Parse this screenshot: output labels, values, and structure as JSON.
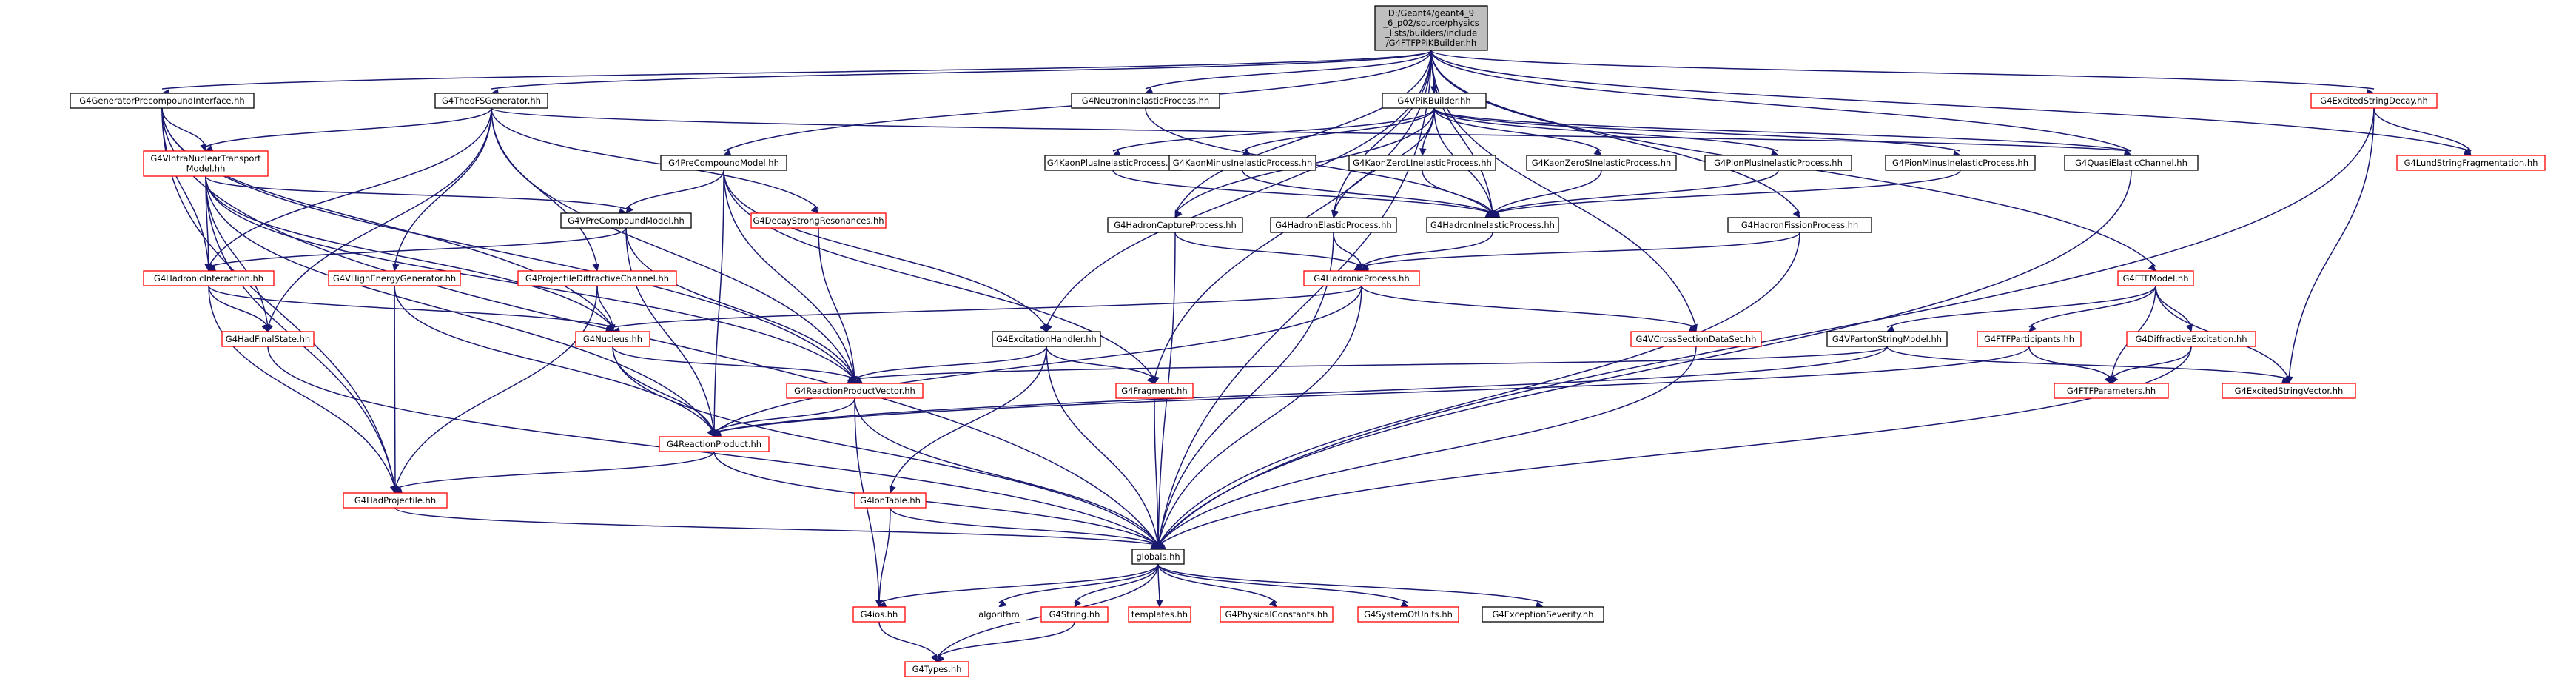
{
  "colors": {
    "edge": "#191970",
    "node_fill": "#ffffff",
    "node_border_documented": "#000000",
    "node_border_undocumented": "#ff0000",
    "root_fill": "#bfbfbf",
    "root_border": "#000000"
  },
  "nodes": [
    {
      "id": "root",
      "lines": [
        "D:/Geant4/geant4_9",
        "_6_p02/source/physics",
        "_lists/builders/include",
        "/G4FTFPPiKBuilder.hh"
      ],
      "kind": "root"
    },
    {
      "id": "gppi",
      "lines": [
        "G4GeneratorPrecompoundInterface.hh"
      ],
      "kind": "doc"
    },
    {
      "id": "theo",
      "lines": [
        "G4TheoFSGenerator.hh"
      ],
      "kind": "doc"
    },
    {
      "id": "neut",
      "lines": [
        "G4NeutronInelasticProcess.hh"
      ],
      "kind": "doc"
    },
    {
      "id": "vpik",
      "lines": [
        "G4VPiKBuilder.hh"
      ],
      "kind": "doc"
    },
    {
      "id": "esd",
      "lines": [
        "G4ExcitedStringDecay.hh"
      ],
      "kind": "undoc"
    },
    {
      "id": "vint",
      "lines": [
        "G4VIntraNuclearTransport",
        "Model.hh"
      ],
      "kind": "undoc"
    },
    {
      "id": "pcm",
      "lines": [
        "G4PreCompoundModel.hh"
      ],
      "kind": "doc"
    },
    {
      "id": "kpi",
      "lines": [
        "G4KaonPlusInelasticProcess.hh"
      ],
      "kind": "doc"
    },
    {
      "id": "kmi",
      "lines": [
        "G4KaonMinusInelasticProcess.hh"
      ],
      "kind": "doc"
    },
    {
      "id": "kzl",
      "lines": [
        "G4KaonZeroLInelasticProcess.hh"
      ],
      "kind": "doc"
    },
    {
      "id": "kzs",
      "lines": [
        "G4KaonZeroSInelasticProcess.hh"
      ],
      "kind": "doc"
    },
    {
      "id": "ppi",
      "lines": [
        "G4PionPlusInelasticProcess.hh"
      ],
      "kind": "doc"
    },
    {
      "id": "pmi",
      "lines": [
        "G4PionMinusInelasticProcess.hh"
      ],
      "kind": "doc"
    },
    {
      "id": "qec",
      "lines": [
        "G4QuasiElasticChannel.hh"
      ],
      "kind": "doc"
    },
    {
      "id": "lsf",
      "lines": [
        "G4LundStringFragmentation.hh"
      ],
      "kind": "undoc"
    },
    {
      "id": "vpcm",
      "lines": [
        "G4VPreCompoundModel.hh"
      ],
      "kind": "doc"
    },
    {
      "id": "dsr",
      "lines": [
        "G4DecayStrongResonances.hh"
      ],
      "kind": "undoc"
    },
    {
      "id": "hcp",
      "lines": [
        "G4HadronCaptureProcess.hh"
      ],
      "kind": "doc"
    },
    {
      "id": "hep",
      "lines": [
        "G4HadronElasticProcess.hh"
      ],
      "kind": "doc"
    },
    {
      "id": "hip",
      "lines": [
        "G4HadronInelasticProcess.hh"
      ],
      "kind": "doc"
    },
    {
      "id": "hfp",
      "lines": [
        "G4HadronFissionProcess.hh"
      ],
      "kind": "doc"
    },
    {
      "id": "hint",
      "lines": [
        "G4HadronicInteraction.hh"
      ],
      "kind": "undoc"
    },
    {
      "id": "vheg",
      "lines": [
        "G4VHighEnergyGenerator.hh"
      ],
      "kind": "undoc"
    },
    {
      "id": "pdc",
      "lines": [
        "G4ProjectileDiffractiveChannel.hh"
      ],
      "kind": "undoc"
    },
    {
      "id": "hproc",
      "lines": [
        "G4HadronicProcess.hh"
      ],
      "kind": "undoc"
    },
    {
      "id": "ftfm",
      "lines": [
        "G4FTFModel.hh"
      ],
      "kind": "undoc"
    },
    {
      "id": "hfs",
      "lines": [
        "G4HadFinalState.hh"
      ],
      "kind": "undoc"
    },
    {
      "id": "nuc",
      "lines": [
        "G4Nucleus.hh"
      ],
      "kind": "undoc"
    },
    {
      "id": "exh",
      "lines": [
        "G4ExcitationHandler.hh"
      ],
      "kind": "doc"
    },
    {
      "id": "vcsd",
      "lines": [
        "G4VCrossSectionDataSet.hh"
      ],
      "kind": "undoc"
    },
    {
      "id": "vpsm",
      "lines": [
        "G4VPartonStringModel.hh"
      ],
      "kind": "doc"
    },
    {
      "id": "ftfp",
      "lines": [
        "G4FTFParticipants.hh"
      ],
      "kind": "undoc"
    },
    {
      "id": "dex",
      "lines": [
        "G4DiffractiveExcitation.hh"
      ],
      "kind": "undoc"
    },
    {
      "id": "rpv",
      "lines": [
        "G4ReactionProductVector.hh"
      ],
      "kind": "undoc"
    },
    {
      "id": "frag",
      "lines": [
        "G4Fragment.hh"
      ],
      "kind": "undoc"
    },
    {
      "id": "ftfpar",
      "lines": [
        "G4FTFParameters.hh"
      ],
      "kind": "undoc"
    },
    {
      "id": "esv",
      "lines": [
        "G4ExcitedStringVector.hh"
      ],
      "kind": "undoc"
    },
    {
      "id": "rp",
      "lines": [
        "G4ReactionProduct.hh"
      ],
      "kind": "undoc"
    },
    {
      "id": "iont",
      "lines": [
        "G4IonTable.hh"
      ],
      "kind": "undoc"
    },
    {
      "id": "hproj",
      "lines": [
        "G4HadProjectile.hh"
      ],
      "kind": "undoc"
    },
    {
      "id": "glob",
      "lines": [
        "globals.hh"
      ],
      "kind": "doc"
    },
    {
      "id": "ios",
      "lines": [
        "G4ios.hh"
      ],
      "kind": "undoc"
    },
    {
      "id": "alg",
      "lines": [
        "algorithm"
      ],
      "kind": "plain"
    },
    {
      "id": "gstr",
      "lines": [
        "G4String.hh"
      ],
      "kind": "undoc"
    },
    {
      "id": "tmpl",
      "lines": [
        "templates.hh"
      ],
      "kind": "undoc"
    },
    {
      "id": "phys",
      "lines": [
        "G4PhysicalConstants.hh"
      ],
      "kind": "undoc"
    },
    {
      "id": "sou",
      "lines": [
        "G4SystemOfUnits.hh"
      ],
      "kind": "undoc"
    },
    {
      "id": "exs",
      "lines": [
        "G4ExceptionSeverity.hh"
      ],
      "kind": "doc"
    },
    {
      "id": "types",
      "lines": [
        "G4Types.hh"
      ],
      "kind": "undoc"
    }
  ],
  "edges": [
    [
      "root",
      "gppi"
    ],
    [
      "root",
      "theo"
    ],
    [
      "root",
      "neut"
    ],
    [
      "root",
      "vpik"
    ],
    [
      "root",
      "esd"
    ],
    [
      "root",
      "lsf"
    ],
    [
      "root",
      "pcm"
    ],
    [
      "root",
      "qec"
    ],
    [
      "root",
      "hep"
    ],
    [
      "root",
      "hip"
    ],
    [
      "root",
      "hcp"
    ],
    [
      "root",
      "hfp"
    ],
    [
      "root",
      "exh"
    ],
    [
      "root",
      "vcsd"
    ],
    [
      "root",
      "ftfm"
    ],
    [
      "root",
      "glob"
    ],
    [
      "root",
      "frag"
    ],
    [
      "gppi",
      "vint"
    ],
    [
      "gppi",
      "hint"
    ],
    [
      "gppi",
      "nuc"
    ],
    [
      "gppi",
      "hproj"
    ],
    [
      "gppi",
      "rpv"
    ],
    [
      "gppi",
      "glob"
    ],
    [
      "theo",
      "vint"
    ],
    [
      "theo",
      "hint"
    ],
    [
      "theo",
      "vheg"
    ],
    [
      "theo",
      "pdc"
    ],
    [
      "theo",
      "dsr"
    ],
    [
      "theo",
      "hfs"
    ],
    [
      "theo",
      "qec"
    ],
    [
      "theo",
      "rpv"
    ],
    [
      "vint",
      "vpcm"
    ],
    [
      "vint",
      "hint"
    ],
    [
      "vint",
      "hfs"
    ],
    [
      "vint",
      "hproj"
    ],
    [
      "vint",
      "nuc"
    ],
    [
      "vint",
      "rpv"
    ],
    [
      "vint",
      "rp"
    ],
    [
      "neut",
      "hip"
    ],
    [
      "vpik",
      "kpi"
    ],
    [
      "vpik",
      "kmi"
    ],
    [
      "vpik",
      "kzl"
    ],
    [
      "vpik",
      "kzs"
    ],
    [
      "vpik",
      "ppi"
    ],
    [
      "vpik",
      "pmi"
    ],
    [
      "vpik",
      "qec"
    ],
    [
      "vpik",
      "hep"
    ],
    [
      "vpik",
      "hip"
    ],
    [
      "vpik",
      "hcp"
    ],
    [
      "kpi",
      "hip"
    ],
    [
      "kmi",
      "hip"
    ],
    [
      "kzl",
      "hip"
    ],
    [
      "kzs",
      "hip"
    ],
    [
      "ppi",
      "hip"
    ],
    [
      "pmi",
      "hip"
    ],
    [
      "qec",
      "glob"
    ],
    [
      "pcm",
      "vpcm"
    ],
    [
      "pcm",
      "exh"
    ],
    [
      "pcm",
      "rpv"
    ],
    [
      "pcm",
      "rp"
    ],
    [
      "pcm",
      "frag"
    ],
    [
      "vpcm",
      "hint"
    ],
    [
      "vpcm",
      "rpv"
    ],
    [
      "vpcm",
      "rp"
    ],
    [
      "dsr",
      "rpv"
    ],
    [
      "hcp",
      "hproc"
    ],
    [
      "hcp",
      "glob"
    ],
    [
      "hep",
      "hproc"
    ],
    [
      "hep",
      "glob"
    ],
    [
      "hip",
      "hproc"
    ],
    [
      "hfp",
      "hproc"
    ],
    [
      "hfp",
      "glob"
    ],
    [
      "hint",
      "hfs"
    ],
    [
      "hint",
      "nuc"
    ],
    [
      "hint",
      "hproj"
    ],
    [
      "vheg",
      "hproj"
    ],
    [
      "vheg",
      "rp"
    ],
    [
      "pdc",
      "nuc"
    ],
    [
      "pdc",
      "hproj"
    ],
    [
      "hproc",
      "nuc"
    ],
    [
      "hproc",
      "vcsd"
    ],
    [
      "hproc",
      "rp"
    ],
    [
      "hproc",
      "glob"
    ],
    [
      "esd",
      "lsf"
    ],
    [
      "esd",
      "esv"
    ],
    [
      "esd",
      "glob"
    ],
    [
      "ftfm",
      "vpsm"
    ],
    [
      "ftfm",
      "ftfp"
    ],
    [
      "ftfm",
      "dex"
    ],
    [
      "ftfm",
      "esv"
    ],
    [
      "ftfm",
      "ftfpar"
    ],
    [
      "vpsm",
      "rpv"
    ],
    [
      "vpsm",
      "esv"
    ],
    [
      "vpsm",
      "rp"
    ],
    [
      "ftfp",
      "ftfpar"
    ],
    [
      "ftfp",
      "rp"
    ],
    [
      "dex",
      "ftfpar"
    ],
    [
      "dex",
      "glob"
    ],
    [
      "hfs",
      "glob"
    ],
    [
      "nuc",
      "rpv"
    ],
    [
      "nuc",
      "rp"
    ],
    [
      "nuc",
      "glob"
    ],
    [
      "exh",
      "rpv"
    ],
    [
      "exh",
      "frag"
    ],
    [
      "exh",
      "iont"
    ],
    [
      "exh",
      "glob"
    ],
    [
      "vcsd",
      "glob"
    ],
    [
      "rpv",
      "rp"
    ],
    [
      "rpv",
      "ios"
    ],
    [
      "rpv",
      "glob"
    ],
    [
      "frag",
      "glob"
    ],
    [
      "rp",
      "hproj"
    ],
    [
      "rp",
      "glob"
    ],
    [
      "iont",
      "ios"
    ],
    [
      "iont",
      "glob"
    ],
    [
      "hproj",
      "glob"
    ],
    [
      "glob",
      "ios"
    ],
    [
      "glob",
      "alg"
    ],
    [
      "glob",
      "gstr"
    ],
    [
      "glob",
      "tmpl"
    ],
    [
      "glob",
      "phys"
    ],
    [
      "glob",
      "sou"
    ],
    [
      "glob",
      "exs"
    ],
    [
      "glob",
      "types"
    ],
    [
      "ios",
      "types"
    ],
    [
      "gstr",
      "types"
    ]
  ]
}
